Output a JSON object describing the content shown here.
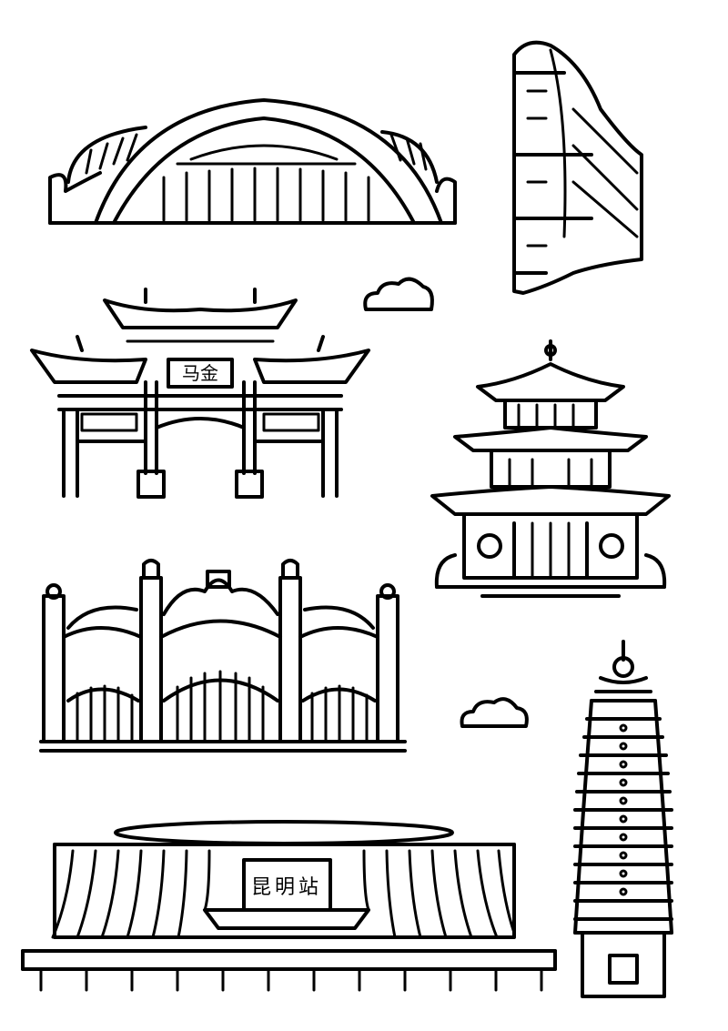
{
  "illustration": {
    "background": "#ffffff",
    "line_color": "#000000",
    "landmarks": [
      {
        "id": "arch-stadium"
      },
      {
        "id": "curved-tower"
      },
      {
        "id": "memorial-archway",
        "plaque_text": "马金"
      },
      {
        "id": "pavilion-tower"
      },
      {
        "id": "ornate-gate"
      },
      {
        "id": "pagoda"
      },
      {
        "id": "railway-station",
        "sign_text": "昆明站"
      }
    ],
    "clouds": 2
  }
}
